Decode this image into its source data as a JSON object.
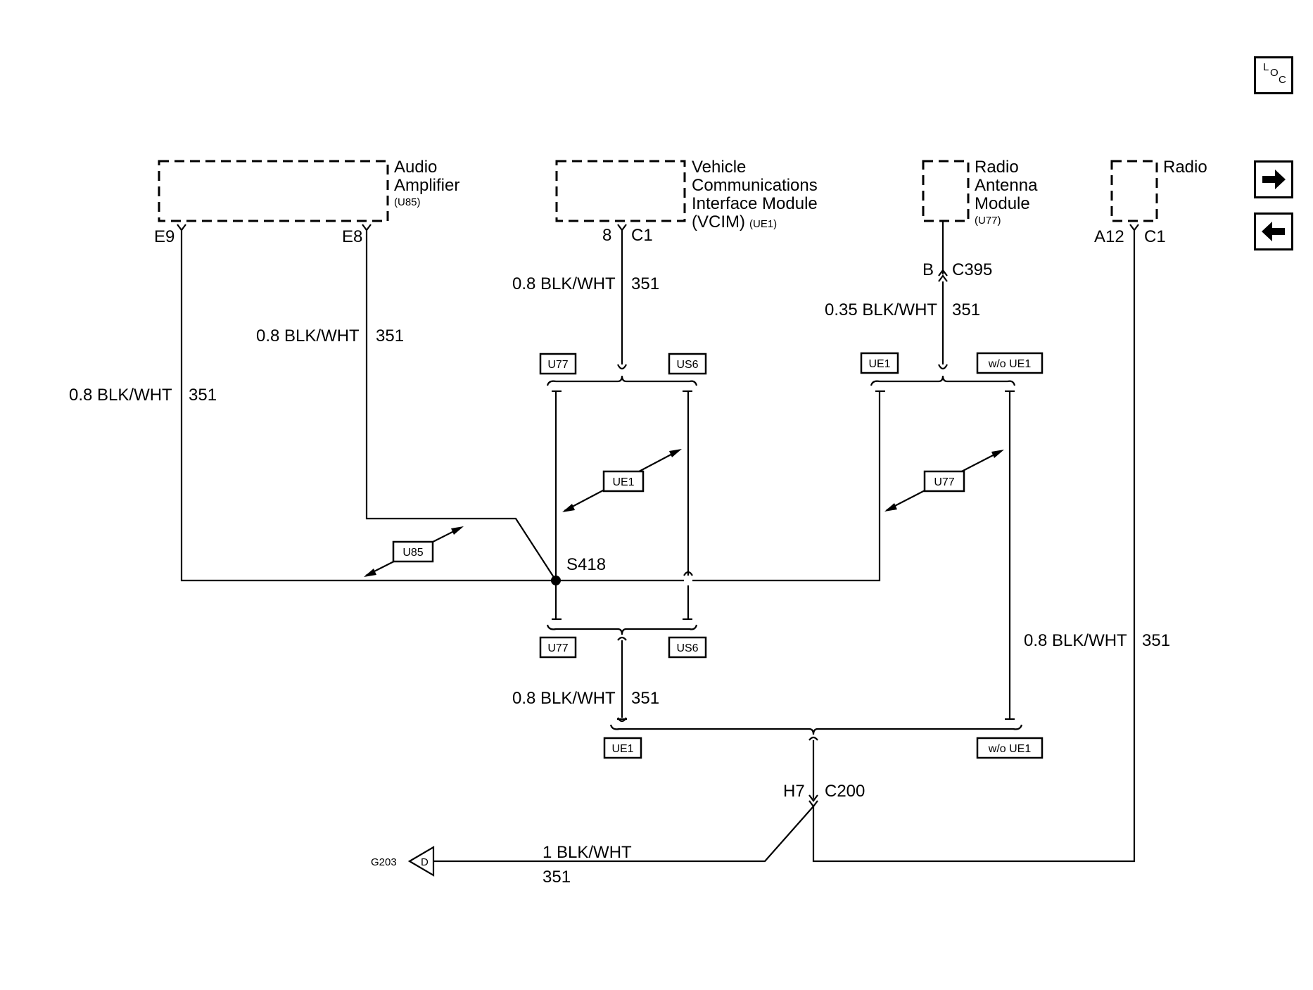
{
  "components": {
    "audio_amp": {
      "line1": "Audio",
      "line2": "Amplifier",
      "code": "(U85)"
    },
    "vcim": {
      "line1": "Vehicle",
      "line2": "Communications",
      "line3": "Interface Module",
      "line4": "(VCIM)",
      "code": "(UE1)"
    },
    "antenna": {
      "line1": "Radio",
      "line2": "Antenna",
      "line3": "Module",
      "code": "(U77)"
    },
    "radio": {
      "line1": "Radio"
    }
  },
  "pins": {
    "e9": "E9",
    "e8": "E8",
    "vcim_pin": "8",
    "vcim_conn": "C1",
    "antenna_pin": "B",
    "antenna_conn": "C395",
    "radio_pin": "A12",
    "radio_conn": "C1",
    "inline_pin": "H7",
    "inline_conn": "C200"
  },
  "wires": {
    "e9": {
      "spec": "0.8 BLK/WHT",
      "circuit": "351"
    },
    "e8": {
      "spec": "0.8 BLK/WHT",
      "circuit": "351"
    },
    "vcim": {
      "spec": "0.8 BLK/WHT",
      "circuit": "351"
    },
    "antenna": {
      "spec": "0.35 BLK/WHT",
      "circuit": "351"
    },
    "lower_mid": {
      "spec": "0.8 BLK/WHT",
      "circuit": "351"
    },
    "radio": {
      "spec": "0.8 BLK/WHT",
      "circuit": "351"
    },
    "ground": {
      "spec": "1 BLK/WHT",
      "circuit": "351"
    }
  },
  "splice": {
    "label": "S418"
  },
  "ground": {
    "name": "G203",
    "symbol": "D"
  },
  "options": {
    "top_left_u77": "U77",
    "top_left_us6": "US6",
    "top_right_ue1": "UE1",
    "top_right_wo_ue1": "w/o UE1",
    "mid_ue1": "UE1",
    "mid_u77": "U77",
    "u85": "U85",
    "bot_u77": "U77",
    "bot_us6": "US6",
    "bottom_ue1": "UE1",
    "bottom_wo_ue1": "w/o UE1"
  },
  "nav": {
    "loc_l": "L",
    "loc_o": "O",
    "loc_c": "C",
    "forward_icon": "arrow-right-icon",
    "back_icon": "arrow-left-icon"
  }
}
